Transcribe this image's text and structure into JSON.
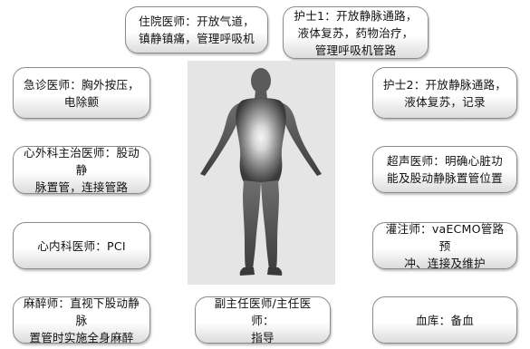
{
  "roles": {
    "resident": "住院医师：开放气道，\n镇静镇痛，管理呼吸机",
    "nurse1": "护士1：开放静脉通路，\n液体复苏，药物治疗，\n管理呼吸机管路",
    "emergency": "急诊医师：胸外按压，\n电除颤",
    "nurse2": "护士2：开放静脉通路，\n液体复苏，记录",
    "cardiac_surgeon": "心外科主治医师：股动静\n脉置管，连接管路",
    "ultrasound": "超声医师：明确心脏功\n能及股动静脉置管位置",
    "cardiologist": "心内科医师：PCI",
    "perfusionist": "灌注师：vaECMO管路预\n冲、连接及维护",
    "anesthesiologist": "麻醉师：直视下股动静脉\n置管时实施全身麻醉",
    "director": "副主任医师/主任医师：\n指导",
    "blood_bank": "血库：备血"
  },
  "colors": {
    "box_border": "#8a8a8a",
    "box_gradient_end": "#dcdcdc",
    "figure_bg": "#e5e5e5",
    "figure_dark": "#3a3a3a",
    "figure_glow": "#f4f4f4"
  }
}
